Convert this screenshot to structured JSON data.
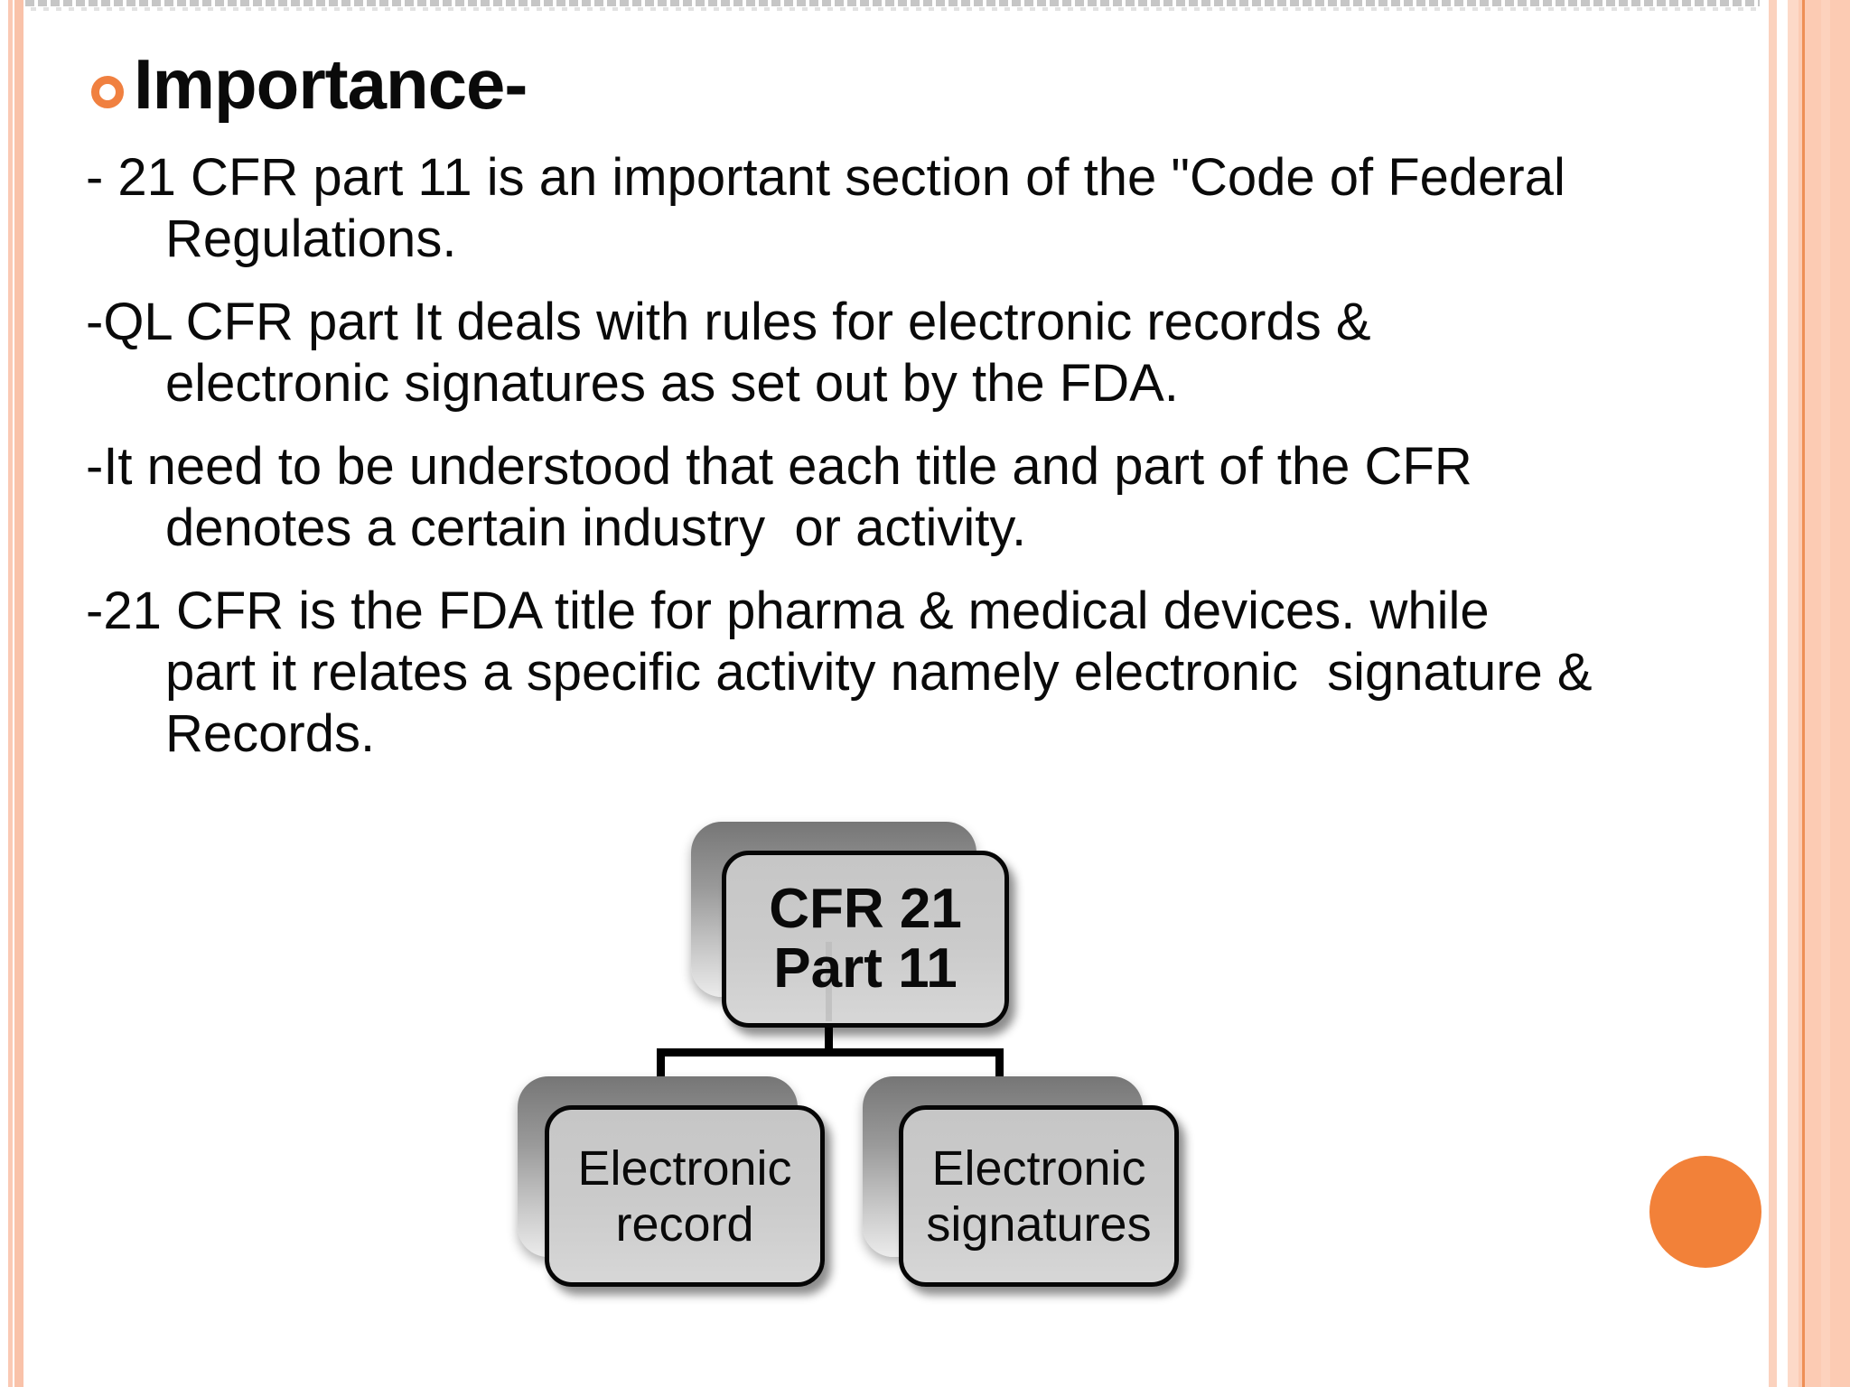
{
  "slide": {
    "title": {
      "text": "Importance-"
    },
    "body": {
      "paragraphs": [
        {
          "lines": [
            "- 21 CFR part 11 is an important section of the \"Code of Federal",
            "Regulations."
          ]
        },
        {
          "lines": [
            "-QL CFR part It deals with rules for electronic records &",
            "electronic signatures as set out by the FDA."
          ]
        },
        {
          "lines": [
            "-It need to be understood that each title and part of the CFR",
            "denotes a certain industry  or activity."
          ]
        },
        {
          "lines": [
            "-21 CFR is the FDA title for pharma & medical devices. while",
            "part it relates a specific activity namely electronic  signature &",
            "Records."
          ]
        }
      ]
    },
    "diagram": {
      "root": {
        "lines": [
          "CFR 21",
          "Part 11"
        ]
      },
      "children": [
        {
          "lines": [
            "Electronic",
            "record"
          ]
        },
        {
          "lines": [
            "Electronic",
            "signatures"
          ]
        }
      ]
    },
    "colors": {
      "accent_orange": "#f08040",
      "circle_orange": "#f28139",
      "stripe_peach_light": "#fccbb3",
      "stripe_peach": "#f9c2a9",
      "stripe_accent_line": "#ee8f55",
      "node_fill_gray": "#cbcbcb",
      "node_border": "#060606",
      "text_black": "#0a0a0a"
    }
  }
}
